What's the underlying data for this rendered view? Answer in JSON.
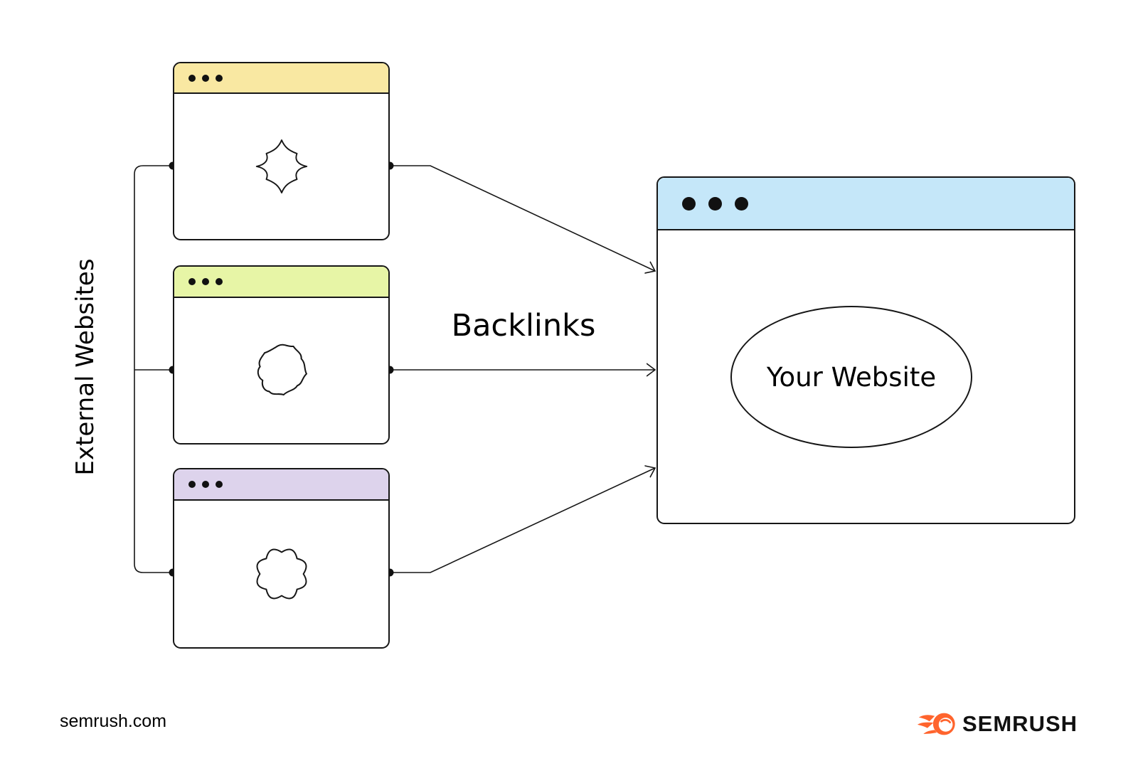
{
  "canvas": {
    "background": "#FFFFFF",
    "line_color": "#161616"
  },
  "labels": {
    "external_websites": "External Websites",
    "backlinks": "Backlinks",
    "your_website": "Your Website"
  },
  "windows": {
    "external": [
      {
        "id": "external-site-1",
        "header_color": "#F9E8A2",
        "blob_icon": "diamond-blob-icon"
      },
      {
        "id": "external-site-2",
        "header_color": "#E7F5A6",
        "blob_icon": "hexagon-blob-icon"
      },
      {
        "id": "external-site-3",
        "header_color": "#DDD3EC",
        "blob_icon": "flower-blob-icon"
      }
    ],
    "main": {
      "id": "your-website-window",
      "header_color": "#C5E7F9"
    }
  },
  "footer": {
    "source": "semrush.com",
    "brand": "SEMRUSH",
    "brand_color": "#FF642D"
  }
}
